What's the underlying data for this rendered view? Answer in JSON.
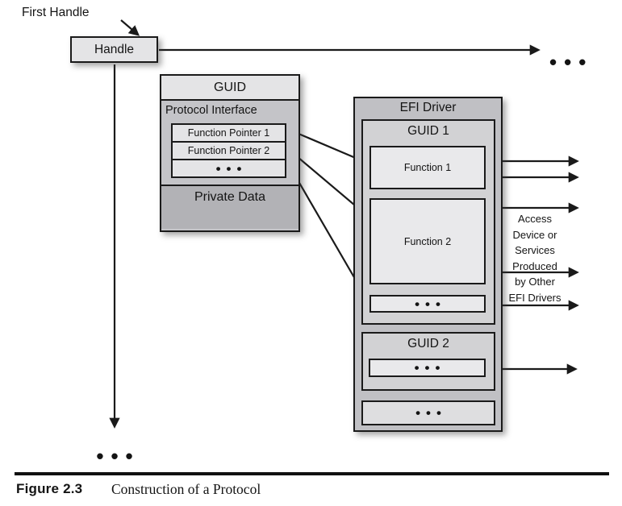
{
  "diagram": {
    "first_handle_label": "First Handle",
    "handle_label": "Handle",
    "top_ellipsis": "•••",
    "bottom_ellipsis": "•••",
    "protocol": {
      "guid_label": "GUID",
      "interface_label": "Protocol Interface",
      "rows": [
        "Function Pointer 1",
        "Function Pointer 2",
        "•••"
      ],
      "private_data_label": "Private Data"
    },
    "efi_driver": {
      "title": "EFI Driver",
      "guid_1": {
        "title": "GUID 1",
        "function_1": "Function 1",
        "function_2": "Function 2",
        "ellipsis": "•••"
      },
      "guid_2": {
        "title": "GUID 2",
        "ellipsis": "•••"
      },
      "bottom_ellipsis": "•••"
    },
    "access_note_lines": [
      "Access",
      "Device or",
      "Services",
      "Produced",
      "by Other",
      "EFI Drivers"
    ]
  },
  "caption": {
    "figure_label": "Figure 2.3",
    "title": "Construction of a Protocol"
  },
  "colors": {
    "line": "#1a1a1a",
    "light_fill": "#e4e4e6",
    "mid_fill": "#c4c4c8",
    "dark_fill": "#b2b2b6"
  }
}
